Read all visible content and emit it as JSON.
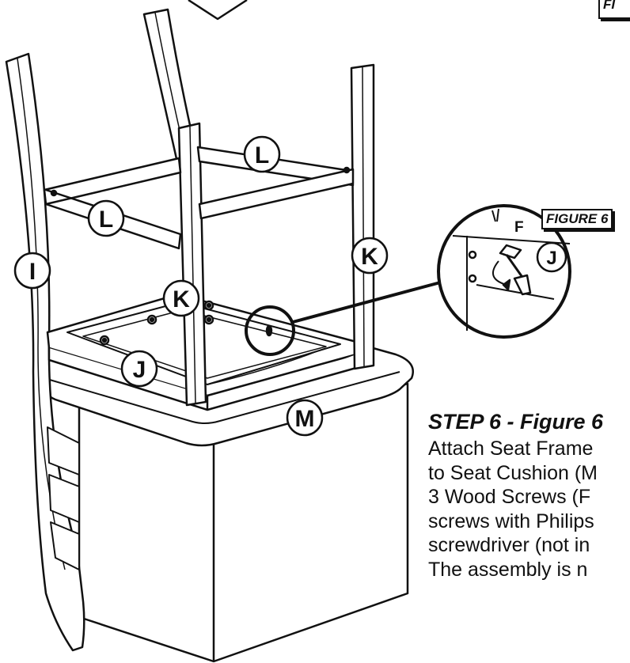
{
  "figure": {
    "top_label_fragment": "FI",
    "inset_label": "FIGURE 6"
  },
  "callouts": {
    "I": "I",
    "J": "J",
    "K": "K",
    "L": "L",
    "M": "M",
    "F": "F"
  },
  "step": {
    "title": "STEP 6 - Figure 6",
    "lines": [
      "Attach Seat Frame",
      "to Seat Cushion (M",
      "3 Wood Screws (F",
      "screws with Philips",
      "screwdriver (not in",
      "The assembly is n"
    ]
  }
}
